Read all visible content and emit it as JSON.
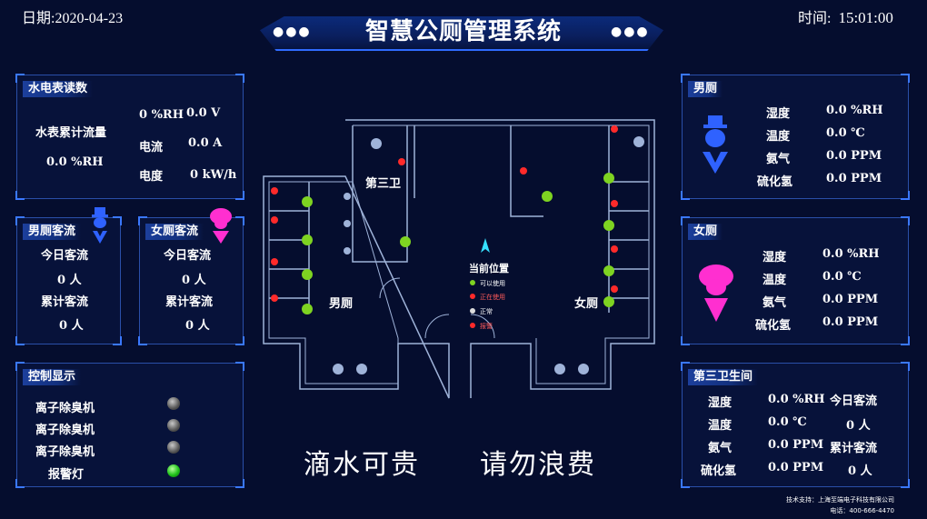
{
  "header": {
    "date": "日期:2020-04-23",
    "title": "智慧公厕管理系统",
    "time_label": "时间:",
    "time_value": "15:01:00"
  },
  "meter_panel": {
    "title": "水电表读数",
    "water_label": "水表累计流量",
    "water_value": "0.0 %RH",
    "humidity_value": "0 %RH",
    "voltage_value": "0.0 V",
    "current_label": "电流",
    "current_value": "0.0 A",
    "energy_label": "电度",
    "energy_value": "0 kW/h"
  },
  "male_flow": {
    "title": "男厕客流",
    "today_label": "今日客流",
    "today_value": "0 人",
    "total_label": "累计客流",
    "total_value": "0 人"
  },
  "female_flow": {
    "title": "女厕客流",
    "today_label": "今日客流",
    "today_value": "0 人",
    "total_label": "累计客流",
    "total_value": "0 人"
  },
  "control_panel": {
    "title": "控制显示",
    "items": [
      {
        "label": "离子除臭机",
        "state": "off"
      },
      {
        "label": "离子除臭机",
        "state": "off"
      },
      {
        "label": "离子除臭机",
        "state": "off"
      },
      {
        "label": "报警灯",
        "state": "on"
      }
    ]
  },
  "floorplan": {
    "third_wc_label": "第三卫",
    "male_label": "男厕",
    "female_label": "女厕",
    "legend_title": "当前位置",
    "legend_available": "可以使用",
    "legend_in_use": "正在使用",
    "legend_normal": "正常",
    "legend_alarm": "报警"
  },
  "slogans": {
    "left": "滴水可贵",
    "right": "请勿浪费"
  },
  "male_env": {
    "title": "男厕",
    "humidity_label": "湿度",
    "humidity_value": "0.0 %RH",
    "temp_label": "温度",
    "temp_value": "0.0 ℃",
    "ammonia_label": "氨气",
    "ammonia_value": "0.0 PPM",
    "h2s_label": "硫化氢",
    "h2s_value": "0.0 PPM"
  },
  "female_env": {
    "title": "女厕",
    "humidity_label": "湿度",
    "humidity_value": "0.0 %RH",
    "temp_label": "温度",
    "temp_value": "0.0 ℃",
    "ammonia_label": "氨气",
    "ammonia_value": "0.0 PPM",
    "h2s_label": "硫化氢",
    "h2s_value": "0.0 PPM"
  },
  "third_env": {
    "title": "第三卫生间",
    "humidity_label": "湿度",
    "humidity_value": "0.0 %RH",
    "temp_label": "温度",
    "temp_value": "0.0 ℃",
    "ammonia_label": "氨气",
    "ammonia_value": "0.0 PPM",
    "h2s_label": "硫化氢",
    "h2s_value": "0.0 PPM",
    "today_label": "今日客流",
    "today_value": "0 人",
    "total_label": "累计客流",
    "total_value": "0 人"
  },
  "footer": {
    "support": "技术支持：上海至端电子科技有限公司",
    "phone": "电话：400-666-4470"
  },
  "colors": {
    "background": "#050d2e",
    "panel_border": "#2a4fa8",
    "male_icon": "#2f62ff",
    "female_icon": "#ff2fd0",
    "led_on": "#1fc21a"
  }
}
